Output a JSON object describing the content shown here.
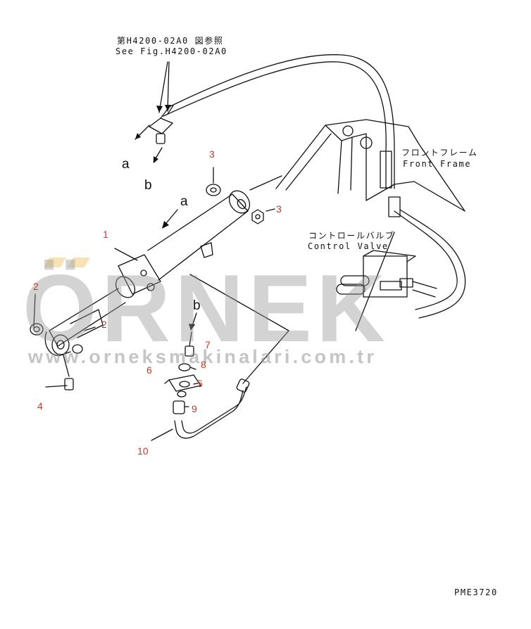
{
  "watermark": {
    "brand": "ÖRNEK",
    "url": "www.orneksmakinalari.com.tr"
  },
  "reference": {
    "japanese": "第H4200-02A0 図参照",
    "english": "See Fig.H4200-02A0"
  },
  "frame_label": {
    "japanese": "フロントフレーム",
    "english": "Front Frame"
  },
  "valve_label": {
    "japanese": "コントロールバルブ",
    "english": "Control Valve"
  },
  "callouts": {
    "a_top": "a",
    "b_top": "b",
    "a_cyl": "a",
    "b_mid": "b"
  },
  "parts": {
    "p1": "1",
    "p2a": "2",
    "p2b": "2",
    "p3a": "3",
    "p3b": "3",
    "p4": "4",
    "p5": "5",
    "p6": "6",
    "p7": "7",
    "p8": "8",
    "p9": "9",
    "p10": "10"
  },
  "drawing_code": "PME3720",
  "colors": {
    "line": "#111111",
    "part_number": "#c0392b"
  }
}
